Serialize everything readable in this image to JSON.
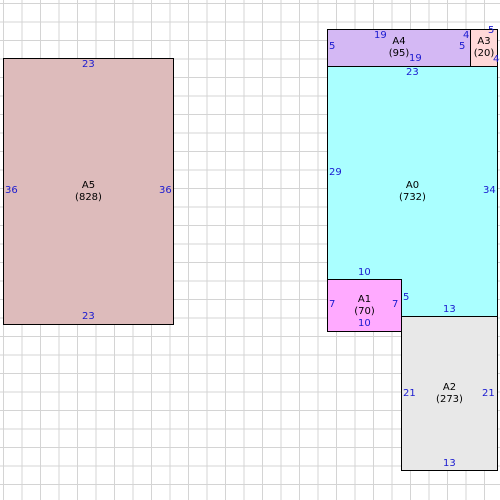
{
  "colors": {
    "grid": "#d4d4d4",
    "border": "#000000",
    "dimension_text": "#1a1ad0",
    "A0": "#aaffff",
    "A1": "#ffaaff",
    "A2": "#e8e8e8",
    "A3": "#ffd8d8",
    "A4": "#d4b8f4",
    "A5": "#ddbbbb"
  },
  "rooms": {
    "A0": {
      "name": "A0",
      "area": "(732)",
      "dims": {
        "top": "23",
        "left": "29",
        "right": "34",
        "bottom_a": "10",
        "bottom_b": "13",
        "step": "5"
      }
    },
    "A1": {
      "name": "A1",
      "area": "(70)",
      "dims": {
        "left": "7",
        "right": "7",
        "bottom": "10"
      }
    },
    "A2": {
      "name": "A2",
      "area": "(273)",
      "dims": {
        "left": "21",
        "right": "21",
        "bottom": "13"
      }
    },
    "A3": {
      "name": "A3",
      "area": "(20)",
      "dims": {
        "top": "5",
        "left": "4",
        "right": "4"
      }
    },
    "A4": {
      "name": "A4",
      "area": "(95)",
      "dims": {
        "top": "19",
        "bottom": "19",
        "left": "5",
        "right": "5"
      }
    },
    "A5": {
      "name": "A5",
      "area": "(828)",
      "dims": {
        "top": "23",
        "bottom": "23",
        "left": "36",
        "right": "36"
      }
    }
  }
}
